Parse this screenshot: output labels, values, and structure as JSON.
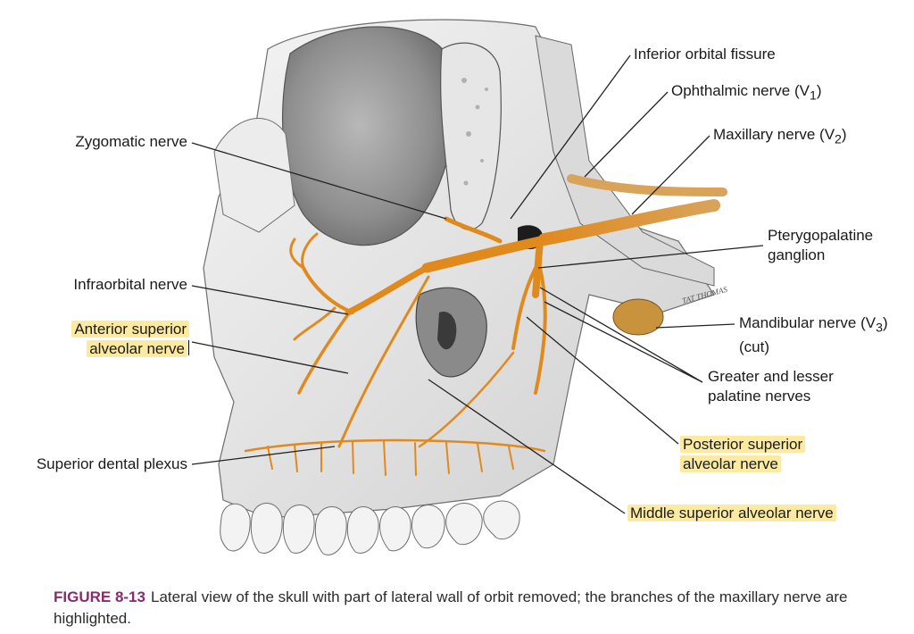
{
  "labels": {
    "inferior_orbital_fissure": "Inferior orbital fissure",
    "ophthalmic_nerve": "Ophthalmic nerve (V",
    "ophthalmic_sub": "1",
    "maxillary_nerve": "Maxillary nerve (V",
    "maxillary_sub": "2",
    "zygomatic_nerve": "Zygomatic nerve",
    "pterygopalatine_ganglion_line1": "Pterygopalatine",
    "pterygopalatine_ganglion_line2": "ganglion",
    "infraorbital_nerve": "Infraorbital nerve",
    "anterior_superior_line1": "Anterior superior",
    "anterior_superior_line2": "alveolar nerve",
    "mandibular_nerve_line1": "Mandibular nerve (V",
    "mandibular_sub": "3",
    "mandibular_nerve_line2": "(cut)",
    "greater_lesser_line1": "Greater and lesser",
    "greater_lesser_line2": "palatine nerves",
    "superior_dental_plexus": "Superior dental plexus",
    "posterior_superior_line1": "Posterior superior",
    "posterior_superior_line2": "alveolar nerve",
    "middle_superior": "Middle superior alveolar nerve",
    "artist_signature": "TAT THOMAS"
  },
  "caption": {
    "figure_number": "FIGURE 8-13",
    "text": "Lateral view of the skull with part of lateral wall of orbit removed; the branches of the maxillary nerve are highlighted."
  },
  "colors": {
    "nerve": "#e08a1e",
    "bone": "#e9e9e9",
    "bone_shadow": "#9a9a9a",
    "highlight": "#fbeaa0",
    "figure_number": "#8b2a6f"
  }
}
